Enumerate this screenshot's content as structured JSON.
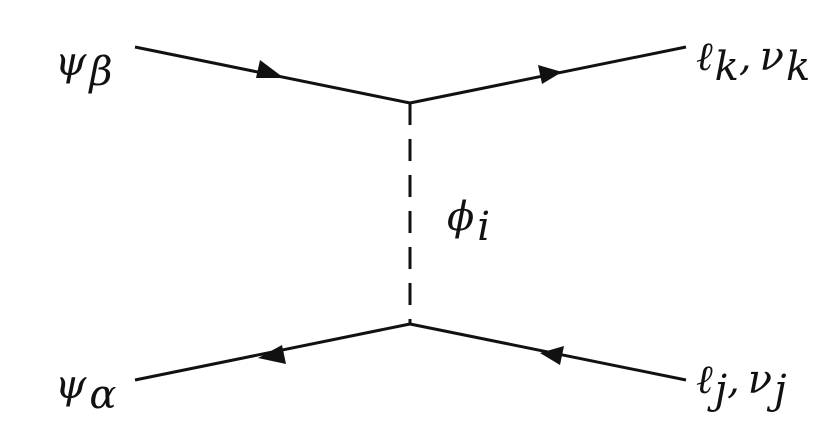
{
  "diagram": {
    "particles": {
      "psi_beta": {
        "symbol": "ψ",
        "sub": "β"
      },
      "psi_alpha": {
        "symbol": "ψ",
        "sub": "α"
      },
      "phi_i": {
        "symbol": "ϕ",
        "sub": "i"
      },
      "out_k": {
        "a_symbol": "ℓ",
        "a_sub": "k",
        "sep": ",",
        "b_symbol": "ν",
        "b_sub": "k"
      },
      "out_j": {
        "a_symbol": "ℓ",
        "a_sub": "j",
        "sep": ",",
        "b_symbol": "ν",
        "b_sub": "j"
      }
    }
  }
}
